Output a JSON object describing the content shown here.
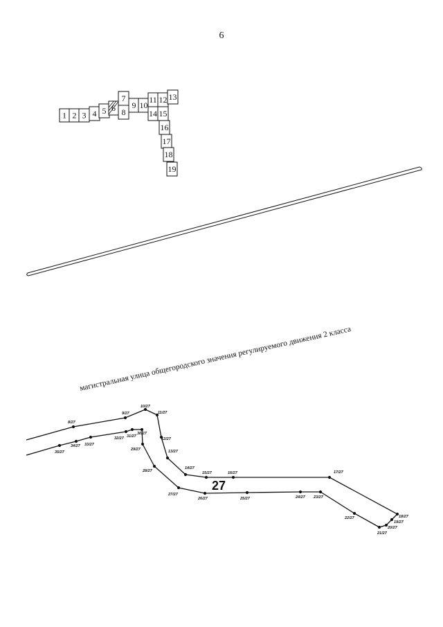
{
  "page": {
    "number": "6"
  },
  "index_map": {
    "tiles": [
      "1",
      "2",
      "3",
      "4",
      "5",
      "6",
      "7",
      "8",
      "9",
      "10",
      "11",
      "12",
      "13",
      "14",
      "15",
      "16",
      "17",
      "18",
      "19"
    ],
    "highlighted_tile": "6"
  },
  "street": {
    "label": "магистральная улица общегородского значения регулируемого движения 2 класса"
  },
  "parcel": {
    "zone_label": "27",
    "points": [
      "8/27",
      "9/27",
      "10/27",
      "11/27",
      "12/27",
      "13/27",
      "14/27",
      "15/27",
      "16/27",
      "17/27",
      "18/27",
      "19/27",
      "20/27",
      "21/27",
      "22/27",
      "23/27",
      "24/27",
      "25/27",
      "26/27",
      "27/27",
      "28/27",
      "29/27",
      "30/27",
      "31/27",
      "32/27",
      "33/27",
      "34/27",
      "35/27"
    ]
  },
  "colors": {
    "ink": "#111111",
    "background": "#ffffff"
  }
}
